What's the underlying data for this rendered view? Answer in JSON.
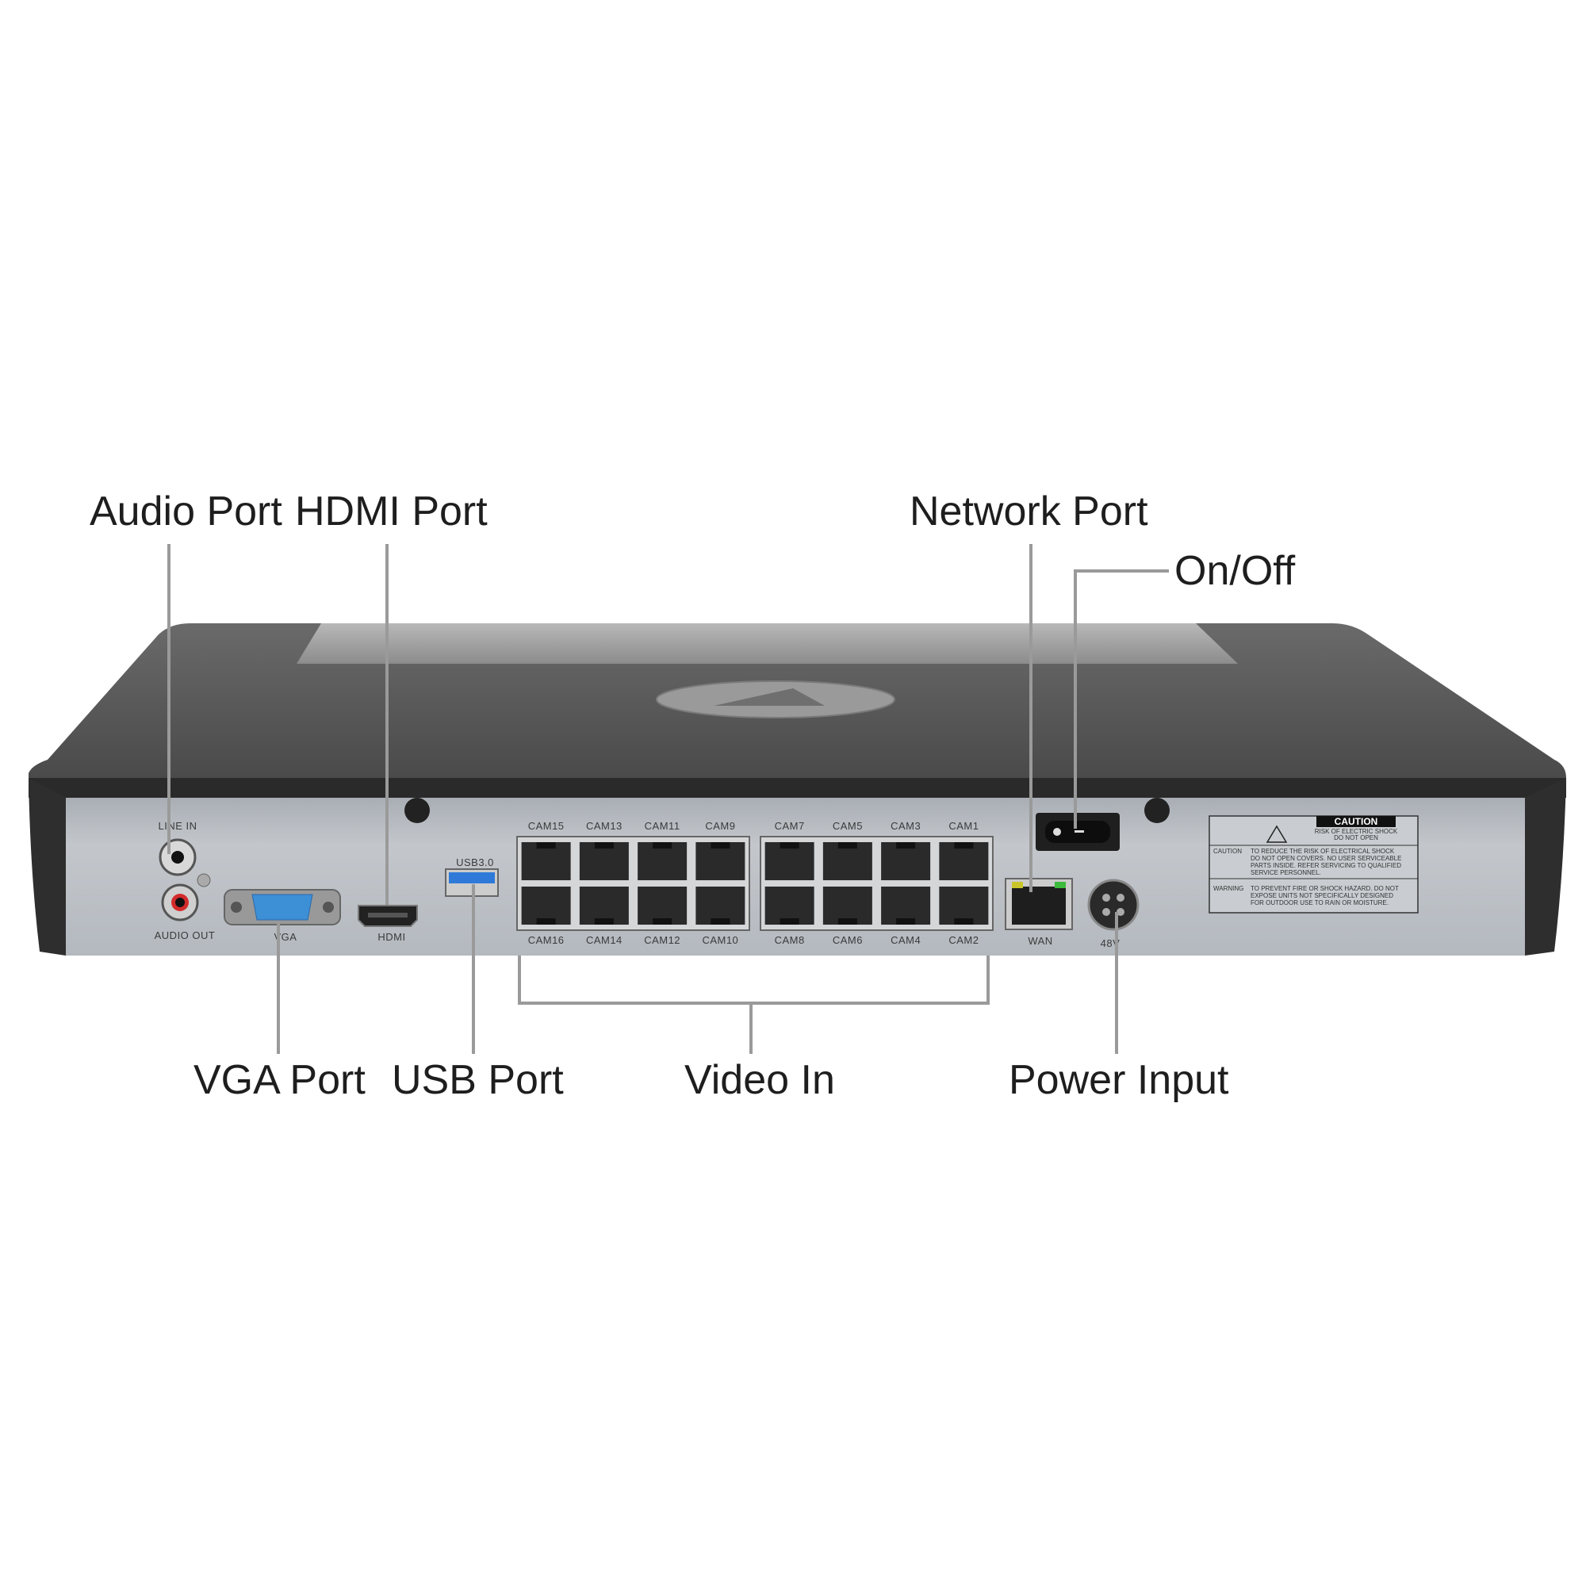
{
  "callouts": {
    "audio_port": "Audio Port",
    "hdmi_port": "HDMI Port",
    "network_port": "Network Port",
    "on_off": "On/Off",
    "vga_port": "VGA Port",
    "usb_port": "USB Port",
    "video_in": "Video In",
    "power_input": "Power Input"
  },
  "panel_labels": {
    "line_in": "LINE IN",
    "audio_out": "AUDIO OUT",
    "vga": "VGA",
    "hdmi": "HDMI",
    "usb": "USB3.0",
    "wan": "WAN",
    "power": "48V"
  },
  "cam_ports": {
    "top_left": [
      "CAM15",
      "CAM13",
      "CAM11",
      "CAM9"
    ],
    "top_right": [
      "CAM7",
      "CAM5",
      "CAM3",
      "CAM1"
    ],
    "bottom_left": [
      "CAM16",
      "CAM14",
      "CAM12",
      "CAM10"
    ],
    "bottom_right": [
      "CAM8",
      "CAM6",
      "CAM4",
      "CAM2"
    ]
  },
  "caution_label": {
    "title": "CAUTION",
    "subtitle_1": "RISK OF ELECTRIC SHOCK",
    "subtitle_2": "DO NOT OPEN",
    "caution_heading": "CAUTION",
    "caution_lines": [
      "TO REDUCE THE RISK OF ELECTRICAL SHOCK",
      "DO NOT OPEN COVERS. NO USER SERVICEABLE",
      "PARTS INSIDE. REFER SERVICING TO QUALIFIED",
      "SERVICE PERSONNEL."
    ],
    "warning_heading": "WARNING",
    "warning_lines": [
      "TO PREVENT FIRE OR SHOCK HAZARD. DO NOT",
      "EXPOSE UNITS NOT SPECIFICALLY DESIGNED",
      "FOR OUTDOOR USE TO RAIN OR MOISTURE."
    ]
  },
  "colors": {
    "lid": "#5c5c5c",
    "panel": "#b9bec4",
    "vga_blue": "#3d8fd6",
    "usb_blue": "#2f7ad8",
    "audio_red": "#d42b2b"
  }
}
